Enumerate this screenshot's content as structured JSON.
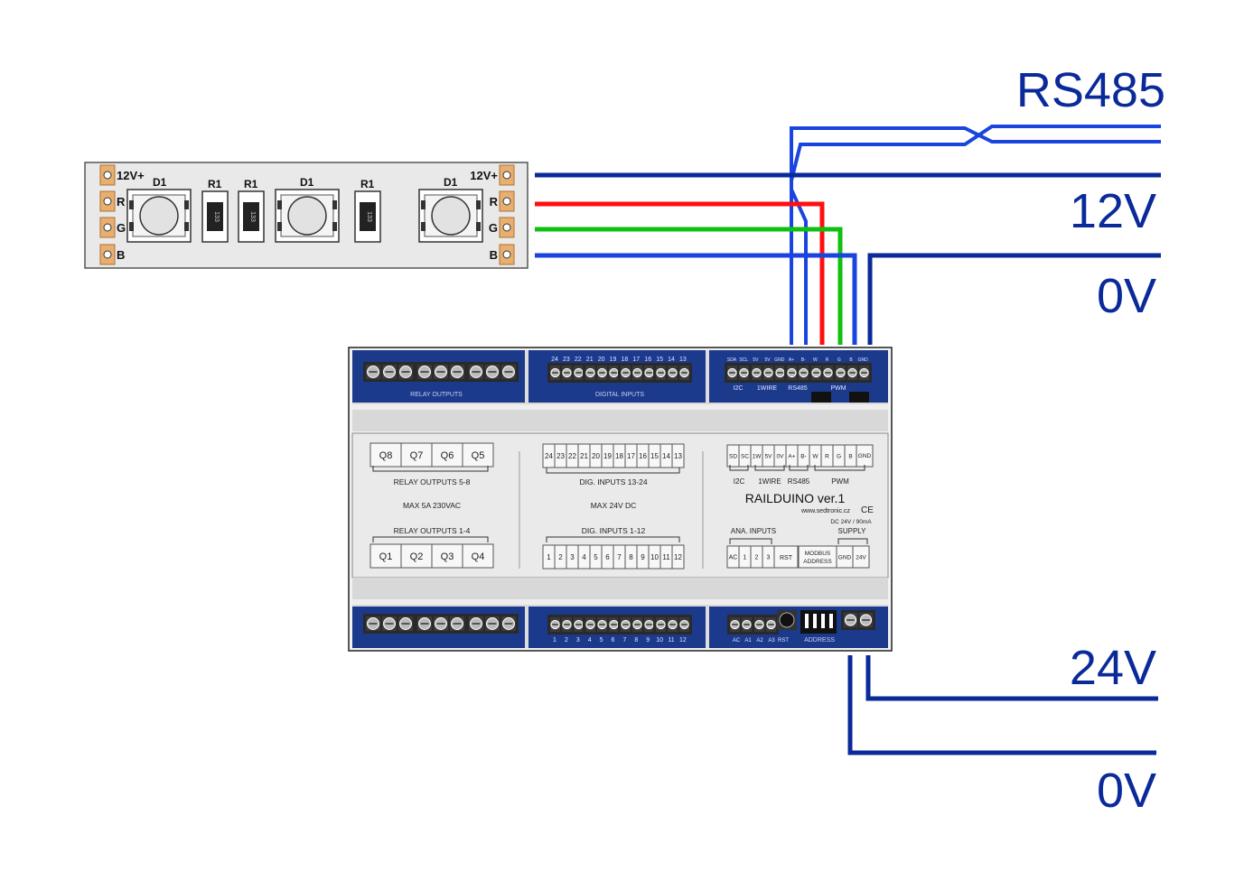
{
  "labels": {
    "rs485": "RS485",
    "v12": "12V",
    "v0_top": "0V",
    "v24": "24V",
    "v0_bottom": "0V"
  },
  "strip": {
    "pads_left": [
      "12V+",
      "R",
      "G",
      "B"
    ],
    "pads_right": [
      "12V+",
      "R",
      "G",
      "B"
    ],
    "d1": "D1",
    "r1": "R1",
    "resistor_code": "133"
  },
  "module": {
    "title": "RAILDUINO ver.1",
    "website": "www.sedtronic.cz",
    "ce": "CE",
    "power_spec": "DC 24V / 90mA",
    "top_pcb": {
      "relay_outputs": "RELAY OUTPUTS",
      "digital_inputs": "DIGITAL INPUTS",
      "dig_numbers": [
        "24",
        "23",
        "22",
        "21",
        "20",
        "19",
        "18",
        "17",
        "16",
        "15",
        "14",
        "13"
      ],
      "right_pins": [
        "SDA",
        "SCL",
        "5V",
        "5V",
        "GND",
        "A+",
        "B-",
        "W",
        "R",
        "G",
        "B",
        "GND"
      ],
      "right_groups": [
        "I2C",
        "1WIRE",
        "RS485",
        "PWM"
      ]
    },
    "front": {
      "relays_top": [
        "Q8",
        "Q7",
        "Q6",
        "Q5"
      ],
      "relay_outputs_58": "RELAY OUTPUTS  5-8",
      "max_relay": "MAX  5A  230VAC",
      "relay_outputs_14": "RELAY OUTPUTS  1-4",
      "relays_bottom": [
        "Q1",
        "Q2",
        "Q3",
        "Q4"
      ],
      "dig_top": [
        "24",
        "23",
        "22",
        "21",
        "20",
        "19",
        "18",
        "17",
        "16",
        "15",
        "14",
        "13"
      ],
      "dig_inputs_1324": "DIG. INPUTS  13-24",
      "max_dig": "MAX  24V DC",
      "dig_inputs_112": "DIG. INPUTS  1-12",
      "dig_bottom": [
        "1",
        "2",
        "3",
        "4",
        "5",
        "6",
        "7",
        "8",
        "9",
        "10",
        "11",
        "12"
      ],
      "right_top": [
        "SD",
        "SC",
        "1W",
        "5V",
        "0V",
        "A+",
        "B-",
        "W",
        "R",
        "G",
        "B",
        "GND"
      ],
      "right_top_groups": [
        "I2C",
        "1WIRE",
        "RS485",
        "PWM"
      ],
      "ana_inputs": "ANA. INPUTS",
      "supply": "SUPPLY",
      "right_bottom": [
        "AC",
        "1",
        "2",
        "3",
        "RST"
      ],
      "modbus_1": "MODBUS",
      "modbus_2": "ADDRESS",
      "supply_pins": [
        "GND",
        "24V"
      ]
    },
    "bottom_pcb": {
      "dig_numbers": [
        "1",
        "2",
        "3",
        "4",
        "5",
        "6",
        "7",
        "8",
        "9",
        "10",
        "11",
        "12"
      ],
      "right_pins": [
        "AC",
        "A1",
        "A2",
        "A3",
        "RST"
      ],
      "address": "ADDRESS"
    }
  },
  "colors": {
    "wire_dark": "#0a2a9a",
    "wire_blue": "#1a44e0",
    "wire_red": "#ff1010",
    "wire_green": "#10c010",
    "pcb": "#1c3a8c",
    "pad": "#e8b070"
  }
}
